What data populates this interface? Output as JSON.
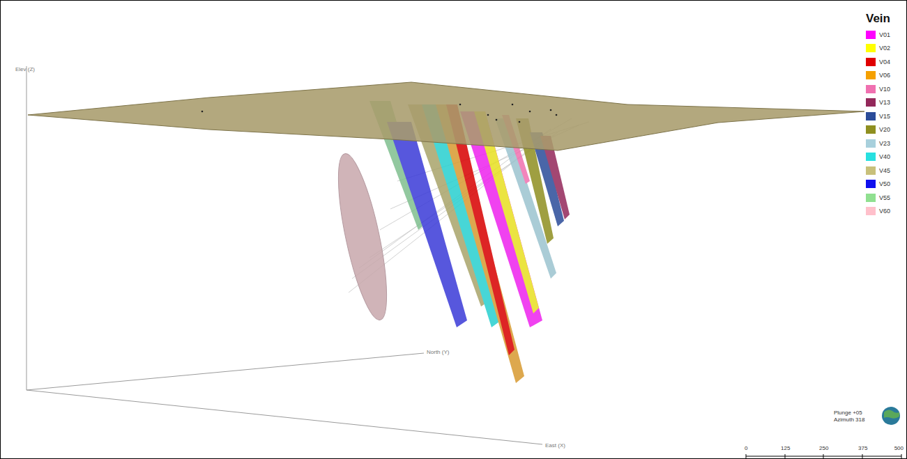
{
  "diagram": {
    "labels": [
      "Vein",
      "Elev (Z)",
      "North (Y)",
      "East (X)",
      "Plunge +05",
      "Azimuth 318",
      "0",
      "125",
      "250",
      "375",
      "500"
    ],
    "legend": [
      {
        "text": "V01",
        "color": "#ff00ff"
      },
      {
        "text": "V02",
        "color": "#ffff00"
      },
      {
        "text": "V04",
        "color": "#e00000"
      },
      {
        "text": "V06",
        "color": "#f5a000"
      },
      {
        "text": "V10",
        "color": "#f070b0"
      },
      {
        "text": "V13",
        "color": "#93285a"
      },
      {
        "text": "V15",
        "color": "#2b4c99"
      },
      {
        "text": "V20",
        "color": "#8f8f20"
      },
      {
        "text": "V23",
        "color": "#a8d0dc"
      },
      {
        "text": "V40",
        "color": "#28e0e0"
      },
      {
        "text": "V45",
        "color": "#c8c07a"
      },
      {
        "text": "V50",
        "color": "#1010ee"
      },
      {
        "text": "V55",
        "color": "#90e090"
      },
      {
        "text": "V60",
        "color": "#ffc0cb"
      }
    ]
  }
}
